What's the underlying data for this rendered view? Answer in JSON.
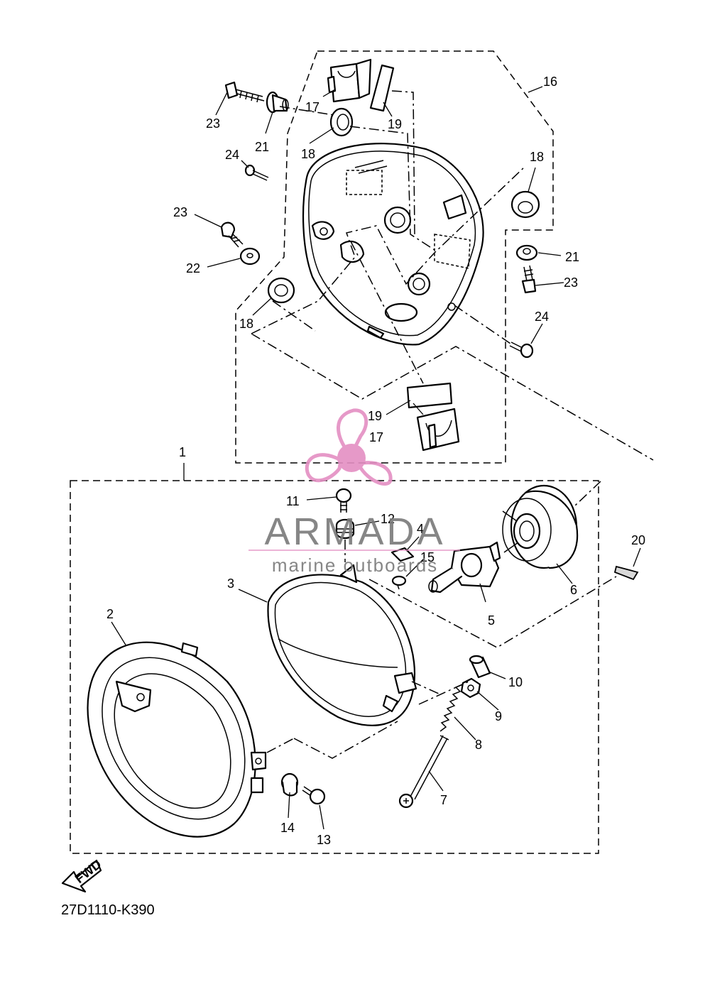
{
  "diagram": {
    "code": "27D1110-K390",
    "fwd_label": "FWD",
    "callouts": [
      "1",
      "2",
      "3",
      "4",
      "5",
      "6",
      "7",
      "8",
      "9",
      "10",
      "11",
      "12",
      "13",
      "14",
      "15",
      "16",
      "17",
      "18",
      "19",
      "20",
      "21",
      "22",
      "23",
      "24"
    ]
  },
  "watermark": {
    "brand": "ARMADA",
    "tagline": "marine outboards",
    "color": "#e48fc3"
  }
}
